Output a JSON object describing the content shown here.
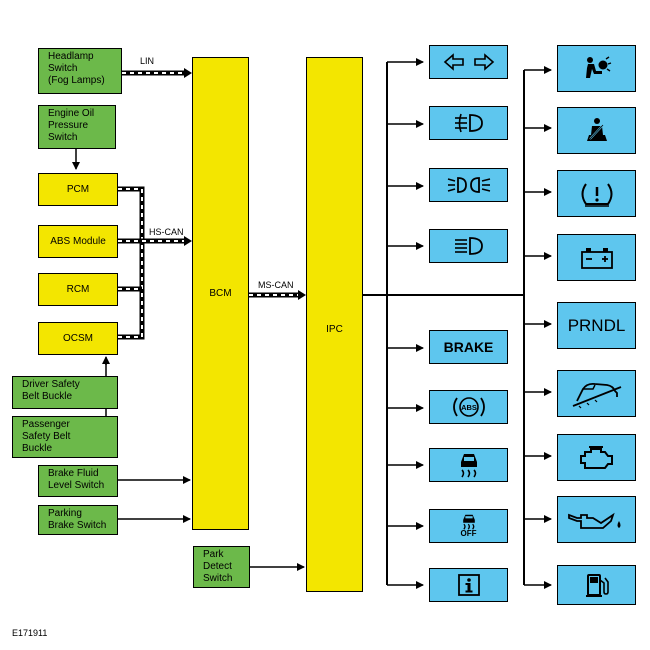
{
  "inputs": {
    "headlamp_switch": "Headlamp\nSwitch\n(Fog Lamps)",
    "engine_oil_switch": "Engine Oil\nPressure\nSwitch",
    "pcm": "PCM",
    "abs_module": "ABS Module",
    "rcm": "RCM",
    "ocsm": "OCSM",
    "driver_belt": "Driver Safety\nBelt Buckle",
    "passenger_belt": "Passenger\nSafety Belt\nBuckle",
    "brake_fluid": "Brake Fluid\nLevel Switch",
    "parking_brake": "Parking\nBrake Switch",
    "park_detect": "Park\nDetect\nSwitch"
  },
  "modules": {
    "bcm": "BCM",
    "ipc": "IPC"
  },
  "buses": {
    "lin": "LIN",
    "hs_can": "HS-CAN",
    "ms_can": "MS-CAN"
  },
  "indicators": {
    "brake": "BRAKE",
    "prndl": "PRNDL",
    "abs": "ABS",
    "off": "OFF"
  },
  "icons": [
    "turn-signal-icon",
    "front-fog-icon",
    "parking-lamps-icon",
    "high-beam-icon",
    "brake-warning-icon",
    "abs-icon",
    "traction-control-icon",
    "traction-control-off-icon",
    "information-icon",
    "airbag-icon",
    "seatbelt-icon",
    "tire-pressure-icon",
    "battery-icon",
    "prndl-indicator",
    "hill-descent-icon",
    "check-engine-icon",
    "oil-pressure-icon",
    "fuel-icon"
  ],
  "colors": {
    "input_green": "#6cb94a",
    "module_yellow": "#f3e600",
    "indicator_blue": "#5ec6ee"
  },
  "figure_code": "E171911"
}
